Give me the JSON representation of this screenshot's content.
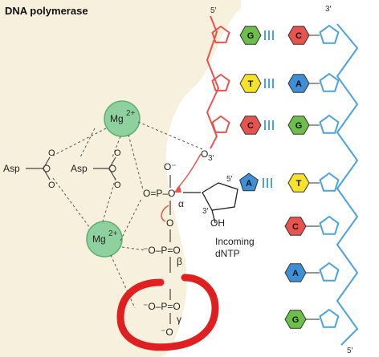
{
  "title": "DNA polymerase",
  "ions": {
    "mg_label": "Mg",
    "mg_charge": "2+"
  },
  "residues": {
    "asp1": "Asp",
    "asp2": "Asp"
  },
  "labels": {
    "o3": "O",
    "o3_sub": "3′",
    "alpha": "α",
    "beta": "β",
    "gamma": "γ",
    "oh": "OH",
    "three_prime_sugar": "3′",
    "five_prime_sugar": "5′",
    "incoming_line1": "Incoming",
    "incoming_line2": "dNTP",
    "top_5prime": "5′",
    "top_3prime": "3′",
    "bottom_5prime": "5′"
  },
  "phosphates": {
    "alpha": {
      "left": "O=P–O",
      "top": "O⁻"
    },
    "beta": "⁻O–P=O",
    "gamma": "⁻O–P=O",
    "gamma_o": "⁻O",
    "bridge_o": "O"
  },
  "template_bases": [
    "C",
    "A",
    "G",
    "T",
    "C",
    "A",
    "G"
  ],
  "primer_bases": [
    "G",
    "T",
    "C"
  ],
  "incoming_base": "A",
  "colors": {
    "background": "#f7f0dc",
    "primer_strand": "#e8534e",
    "template_strand": "#4aa3df",
    "mg": "#8fd19e",
    "G": "#6cc04a",
    "C": "#e8534e",
    "A": "#3d8fd6",
    "T": "#f7e22a",
    "highlight": "#e02020"
  }
}
